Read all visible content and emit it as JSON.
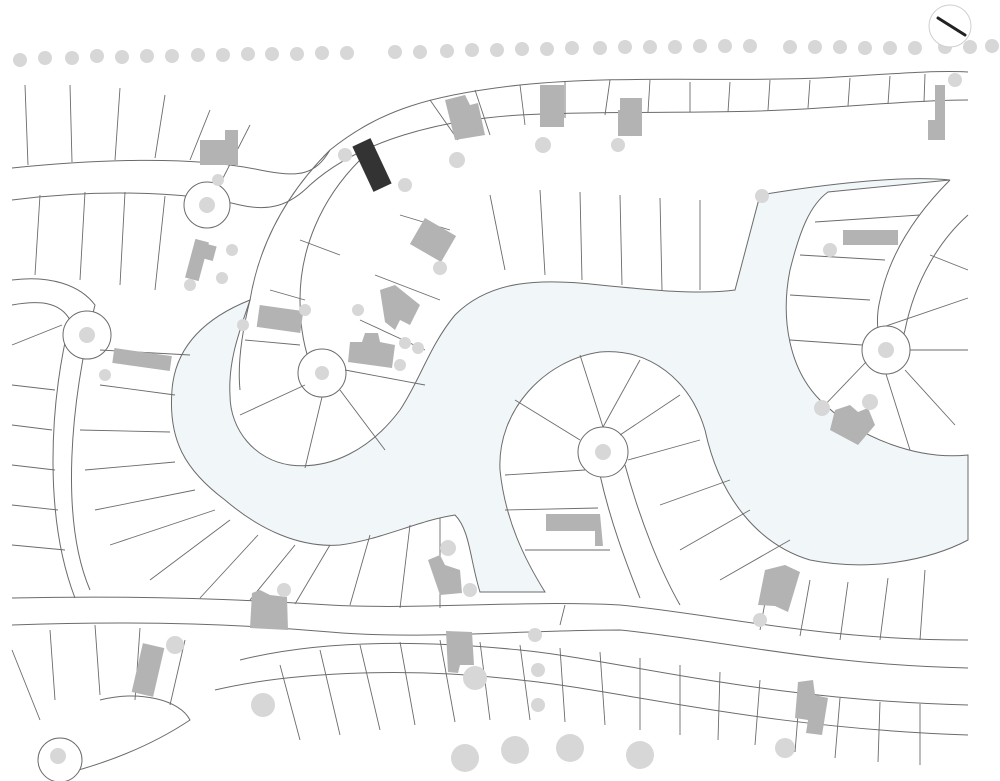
{
  "map": {
    "kind": "residential subdivision site plan",
    "labels": [],
    "colors": {
      "background": "#ffffff",
      "open_space": "#f1f6f9",
      "lot_line": "#6b6b6b",
      "building": "#b3b3b3",
      "highlighted_building": "#333333",
      "tree": "#d7d7d7"
    },
    "north_arrow": {
      "icon": "north-arrow-icon"
    },
    "counts": {
      "buildings_shown": 22,
      "highlighted_buildings": 1,
      "cul_de_sacs": 6
    }
  }
}
